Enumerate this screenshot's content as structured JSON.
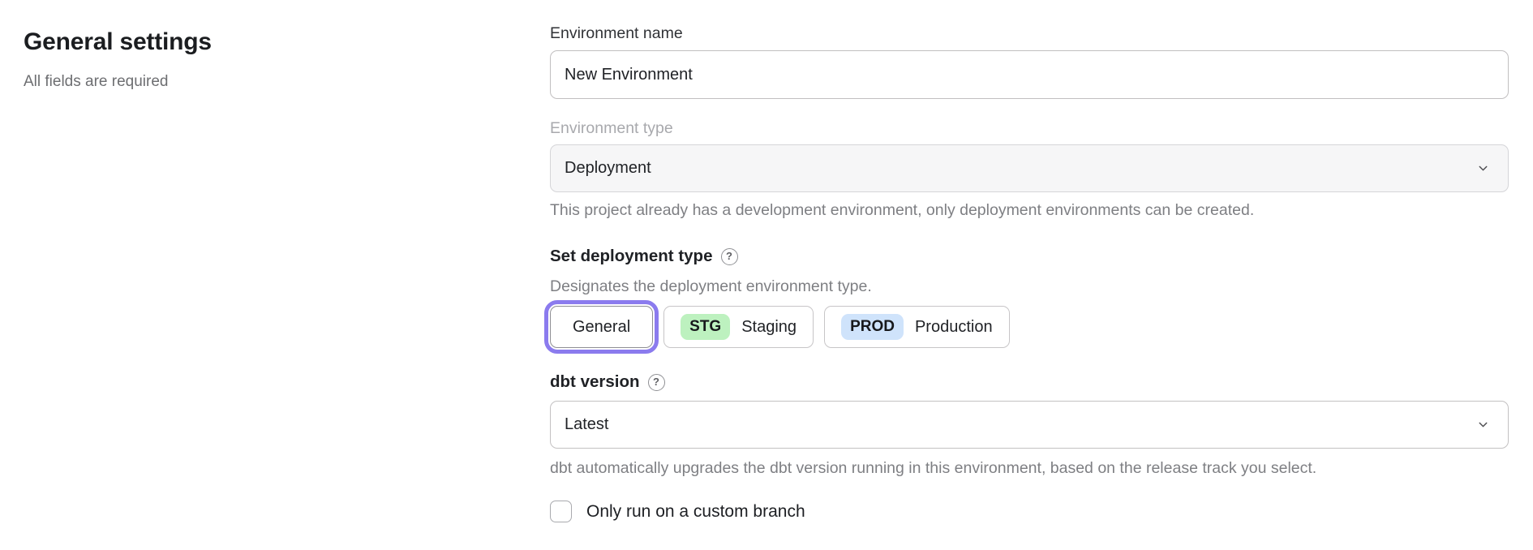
{
  "left_panel": {
    "title": "General settings",
    "subtitle": "All fields are required"
  },
  "form": {
    "environment_name": {
      "label": "Environment name",
      "value": "New Environment"
    },
    "environment_type": {
      "label": "Environment type",
      "value": "Deployment",
      "disabled": true,
      "helper": "This project already has a development environment, only deployment environments can be created."
    },
    "deployment_type": {
      "label": "Set deployment type",
      "help_icon": "question-mark-circle-icon",
      "description": "Designates the deployment environment type.",
      "options": [
        {
          "label": "General",
          "selected": true
        },
        {
          "badge": "STG",
          "label": "Staging",
          "badge_color": "#bdf1bf",
          "selected": false
        },
        {
          "badge": "PROD",
          "label": "Production",
          "badge_color": "#cfe3fb",
          "selected": false
        }
      ]
    },
    "dbt_version": {
      "label": "dbt version",
      "help_icon": "question-mark-circle-icon",
      "value": "Latest",
      "helper": "dbt automatically upgrades the dbt version running in this environment, based on the release track you select."
    },
    "custom_branch": {
      "label": "Only run on a custom branch",
      "checked": false
    }
  },
  "icons": {
    "help_glyph": "?"
  },
  "colors": {
    "accent": "#8b7bee",
    "stg_badge": "#bdf1bf",
    "prod_badge": "#cfe3fb"
  }
}
